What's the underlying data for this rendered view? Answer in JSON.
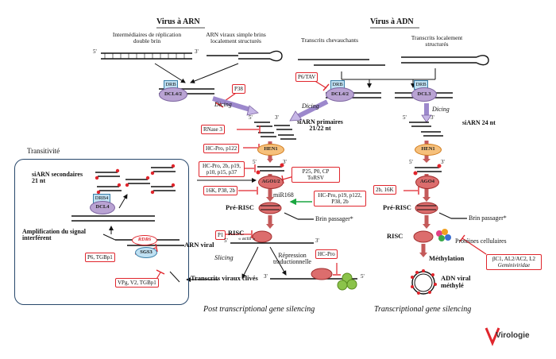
{
  "headers": {
    "rna_virus": "Virus à ARN",
    "dna_virus": "Virus à ADN"
  },
  "inputs": {
    "ds_intermediates": "Intermédiaires de réplication double brin",
    "ss_structured": "ARN viraux simple brins localement structurés",
    "overlapping": "Transcrits chevauchants",
    "local_structured": "Transcrits localement structurés"
  },
  "labels": {
    "five": "5'",
    "three": "3'",
    "dicing": "Dicing",
    "sirna_primary": "siARN primaires 21/22 nt",
    "sirna_24": "siARN 24 nt",
    "mir168": "miR168",
    "pre_risc": "Pré-RISC",
    "brin_passager": "Brin passager*",
    "risc": "RISC",
    "actif": "« actif »",
    "arn_viral": "ARN viral",
    "slicing": "Slicing",
    "repression": "Répression traductionnelle",
    "transcrits_clives": "Transcrits viraux clivés",
    "proteines": "Protéines cellulaires",
    "methylation": "Méthylation",
    "adn_methyle": "ADN viral méthylé",
    "transitivite": "Transitivité",
    "sirna_secondaires": "siARN secondaires 21 nt",
    "amplification": "Amplification du signal interférent",
    "ptgs": "Post transcriptional gene silencing",
    "tgs": "Transcriptional gene silencing",
    "logo": "Virologie"
  },
  "proteins": {
    "drb": "DRB",
    "drb4": "DRB4",
    "dcl42": "DCL4/2",
    "dcl3": "DCL3",
    "dcl4": "DCL4",
    "hen1": "HEN1",
    "ago12": "AGO1/2",
    "ago4": "AGO4",
    "rdr6": "RDR6",
    "sgs3": "SGS3"
  },
  "suppressors": {
    "p38": "P38",
    "p6tav": "P6/TAV",
    "rnase3": "RNase 3",
    "hcpro_p122": "HC-Pro, p122",
    "hcpro_list": "HC-Pro, 2b, p19, p10, p15, p37",
    "p25": "P25, P0, CP ToRSV",
    "k16": "16K, P38, 2b",
    "hcpro_mir": "HC-Pro, p19, p122, P38, 2b",
    "p1": "P1",
    "hcpro": "HC-Pro",
    "p6tgb": "P6, TGBp1",
    "vpg": "VPg, V2, TGBp1",
    "k2b16": "2b, 16K",
    "beta": "βC1, AL2/AC2, L2",
    "gemini": "Geminiviridae"
  },
  "colors": {
    "red": "#e0262d",
    "purple": "#b9a3d3",
    "orange": "#f6c07b",
    "ago": "#dc6d6d",
    "panel": "#27476b"
  }
}
